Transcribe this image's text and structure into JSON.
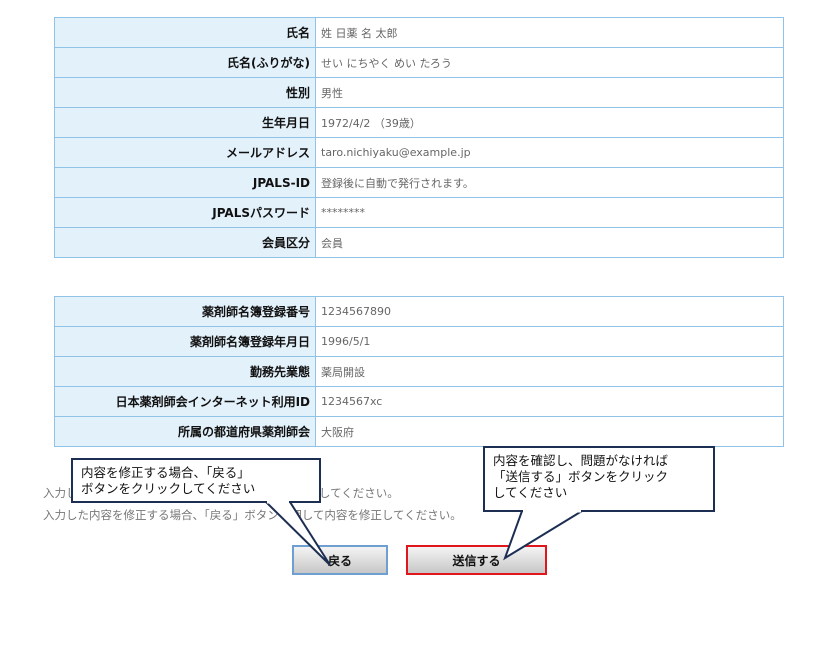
{
  "profile_table": {
    "rows": [
      {
        "label": "氏名",
        "value": "姓 日薬 名 太郎"
      },
      {
        "label": "氏名(ふりがな)",
        "value": "せい にちやく めい たろう"
      },
      {
        "label": "性別",
        "value": "男性"
      },
      {
        "label": "生年月日",
        "value": "1972/4/2 （39歳）"
      },
      {
        "label": "メールアドレス",
        "value": "taro.nichiyaku@example.jp"
      },
      {
        "label": "JPALS-ID",
        "value": "登録後に自動で発行されます。"
      },
      {
        "label": "JPALSパスワード",
        "value": "********"
      },
      {
        "label": "会員区分",
        "value": "会員"
      }
    ]
  },
  "pharmacist_table": {
    "rows": [
      {
        "label": "薬剤師名簿登録番号",
        "value": "1234567890"
      },
      {
        "label": "薬剤師名簿登録年月日",
        "value": "1996/5/1"
      },
      {
        "label": "勤務先業態",
        "value": "薬局開設"
      },
      {
        "label": "日本薬剤師会インターネット利用ID",
        "value": "1234567xc"
      },
      {
        "label": "所属の都道府県薬剤師会",
        "value": "大阪府"
      }
    ]
  },
  "notes": {
    "line1": "入力した内容でよろしければ「送信する」ボタンを押してください。",
    "line2": "入力した内容を修正する場合、「戻る」ボタンを押して内容を修正してください。"
  },
  "buttons": {
    "back_label": "戻る",
    "send_label": "送信する"
  },
  "callouts": {
    "left": "内容を修正する場合、「戻る」\nボタンをクリックしてください",
    "right": "内容を確認し、問題がなければ\n「送信する」ボタンをクリック\nしてください"
  }
}
